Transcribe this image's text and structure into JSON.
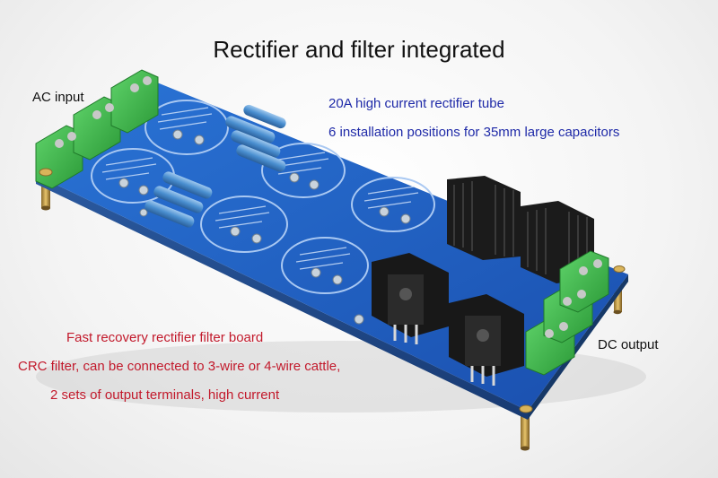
{
  "title": "Rectifier and filter integrated",
  "labels": {
    "ac_input": "AC input",
    "dc_output": "DC output"
  },
  "features_blue": [
    "20A high current rectifier tube",
    "6 installation positions for 35mm large capacitors"
  ],
  "features_red": [
    "Fast recovery rectifier filter board",
    "CRC filter, can be connected to 3-wire or 4-wire cattle,",
    "2 sets of output terminals, high current"
  ],
  "colors": {
    "pcb": "#1e5fc4",
    "terminal": "#3db84a",
    "heatsink": "#1a1a1a",
    "title": "#111111",
    "blue_text": "#1f2aa8",
    "red_text": "#c2192b"
  }
}
